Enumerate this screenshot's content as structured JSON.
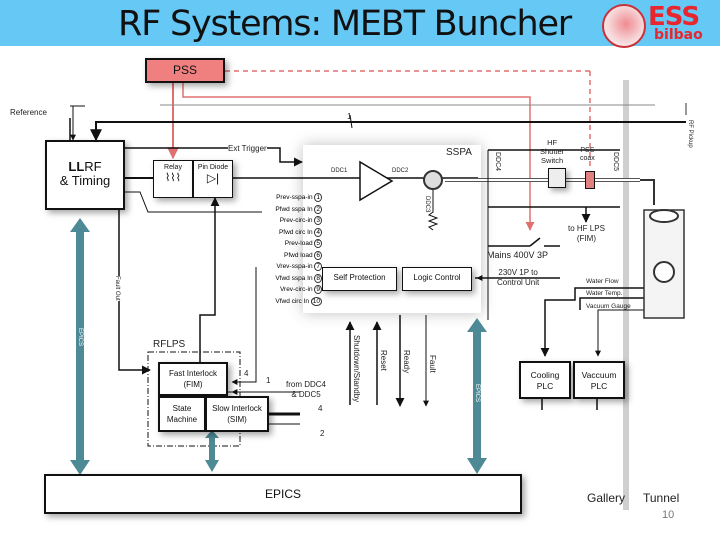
{
  "slide": {
    "title": "RF Systems: MEBT Buncher",
    "logo": {
      "main": "ESS",
      "sub": "bilbao"
    },
    "page_number": "10",
    "colors": {
      "title_bar": "#66c8f5",
      "pss": "#f08080",
      "epics_arrow": "#4e8a96",
      "logo_red": "#e8262e"
    }
  },
  "diagram": {
    "pss": "PSS",
    "reference": "Reference",
    "llrf": {
      "bold": "LL",
      "rest": "RF",
      "line2": "& Timing"
    },
    "ext_trigger": "Ext Trigger",
    "relay": "Relay",
    "pin_diode": "Pin Diode",
    "bus_count_top": "1",
    "sspa": "SSPA",
    "ddc_labels": [
      "DDC1",
      "DDC2",
      "DDC3",
      "DDC4",
      "DDC5"
    ],
    "signals": [
      {
        "num": "1",
        "label": "Prev-sspa-in"
      },
      {
        "num": "2",
        "label": "Pfwd sspa In"
      },
      {
        "num": "3",
        "label": "Prev-circ-in"
      },
      {
        "num": "4",
        "label": "Pfwd circ In"
      },
      {
        "num": "5",
        "label": "Prev-load"
      },
      {
        "num": "6",
        "label": "Pfwd load"
      },
      {
        "num": "7",
        "label": "Vrev-sspa-in"
      },
      {
        "num": "8",
        "label": "Vfwd sspa In"
      },
      {
        "num": "9",
        "label": "Vrev-circ-in"
      },
      {
        "num": "10",
        "label": "Vfwd circ In"
      }
    ],
    "self_protection": "Self Protection",
    "logic_control": "Logic Control",
    "hf_shutter": [
      "HF",
      "Shutter",
      "Switch"
    ],
    "pss_coax": [
      "PSS",
      "coax"
    ],
    "to_hf_lps": [
      "to HF LPS",
      "(FIM)"
    ],
    "mains": "Mains 400V 3P",
    "control_unit": [
      "230V 1P to",
      "Control Unit"
    ],
    "water_flow": "Water Flow",
    "water_temp": "Water Temp.",
    "vacuum_gauge": "Vacuum Gauge",
    "rf_pickup": "RF Pickup",
    "fault_out": "Fault Out",
    "epics_vertical": "EPICS",
    "rflps": "RFLPS",
    "fim": [
      "Fast Interlock",
      "(FIM)"
    ],
    "state_machine": [
      "State",
      "Machine"
    ],
    "sim": [
      "Slow Interlock",
      "(SIM)"
    ],
    "from_ddc": [
      "from DDC4",
      "& DDC5"
    ],
    "bus_counts": {
      "fim_in": "4",
      "ddc_in": "1",
      "sim_out": "4",
      "sim_in": "2"
    },
    "control_lines": [
      "Shutdown/Standby",
      "Reset",
      "Ready",
      "Fault"
    ],
    "cooling_plc": [
      "Cooling",
      "PLC"
    ],
    "vacuum_plc": [
      "Vaccuum",
      "PLC"
    ],
    "epics_bottom": "EPICS",
    "gallery": "Gallery",
    "tunnel": "Tunnel"
  }
}
